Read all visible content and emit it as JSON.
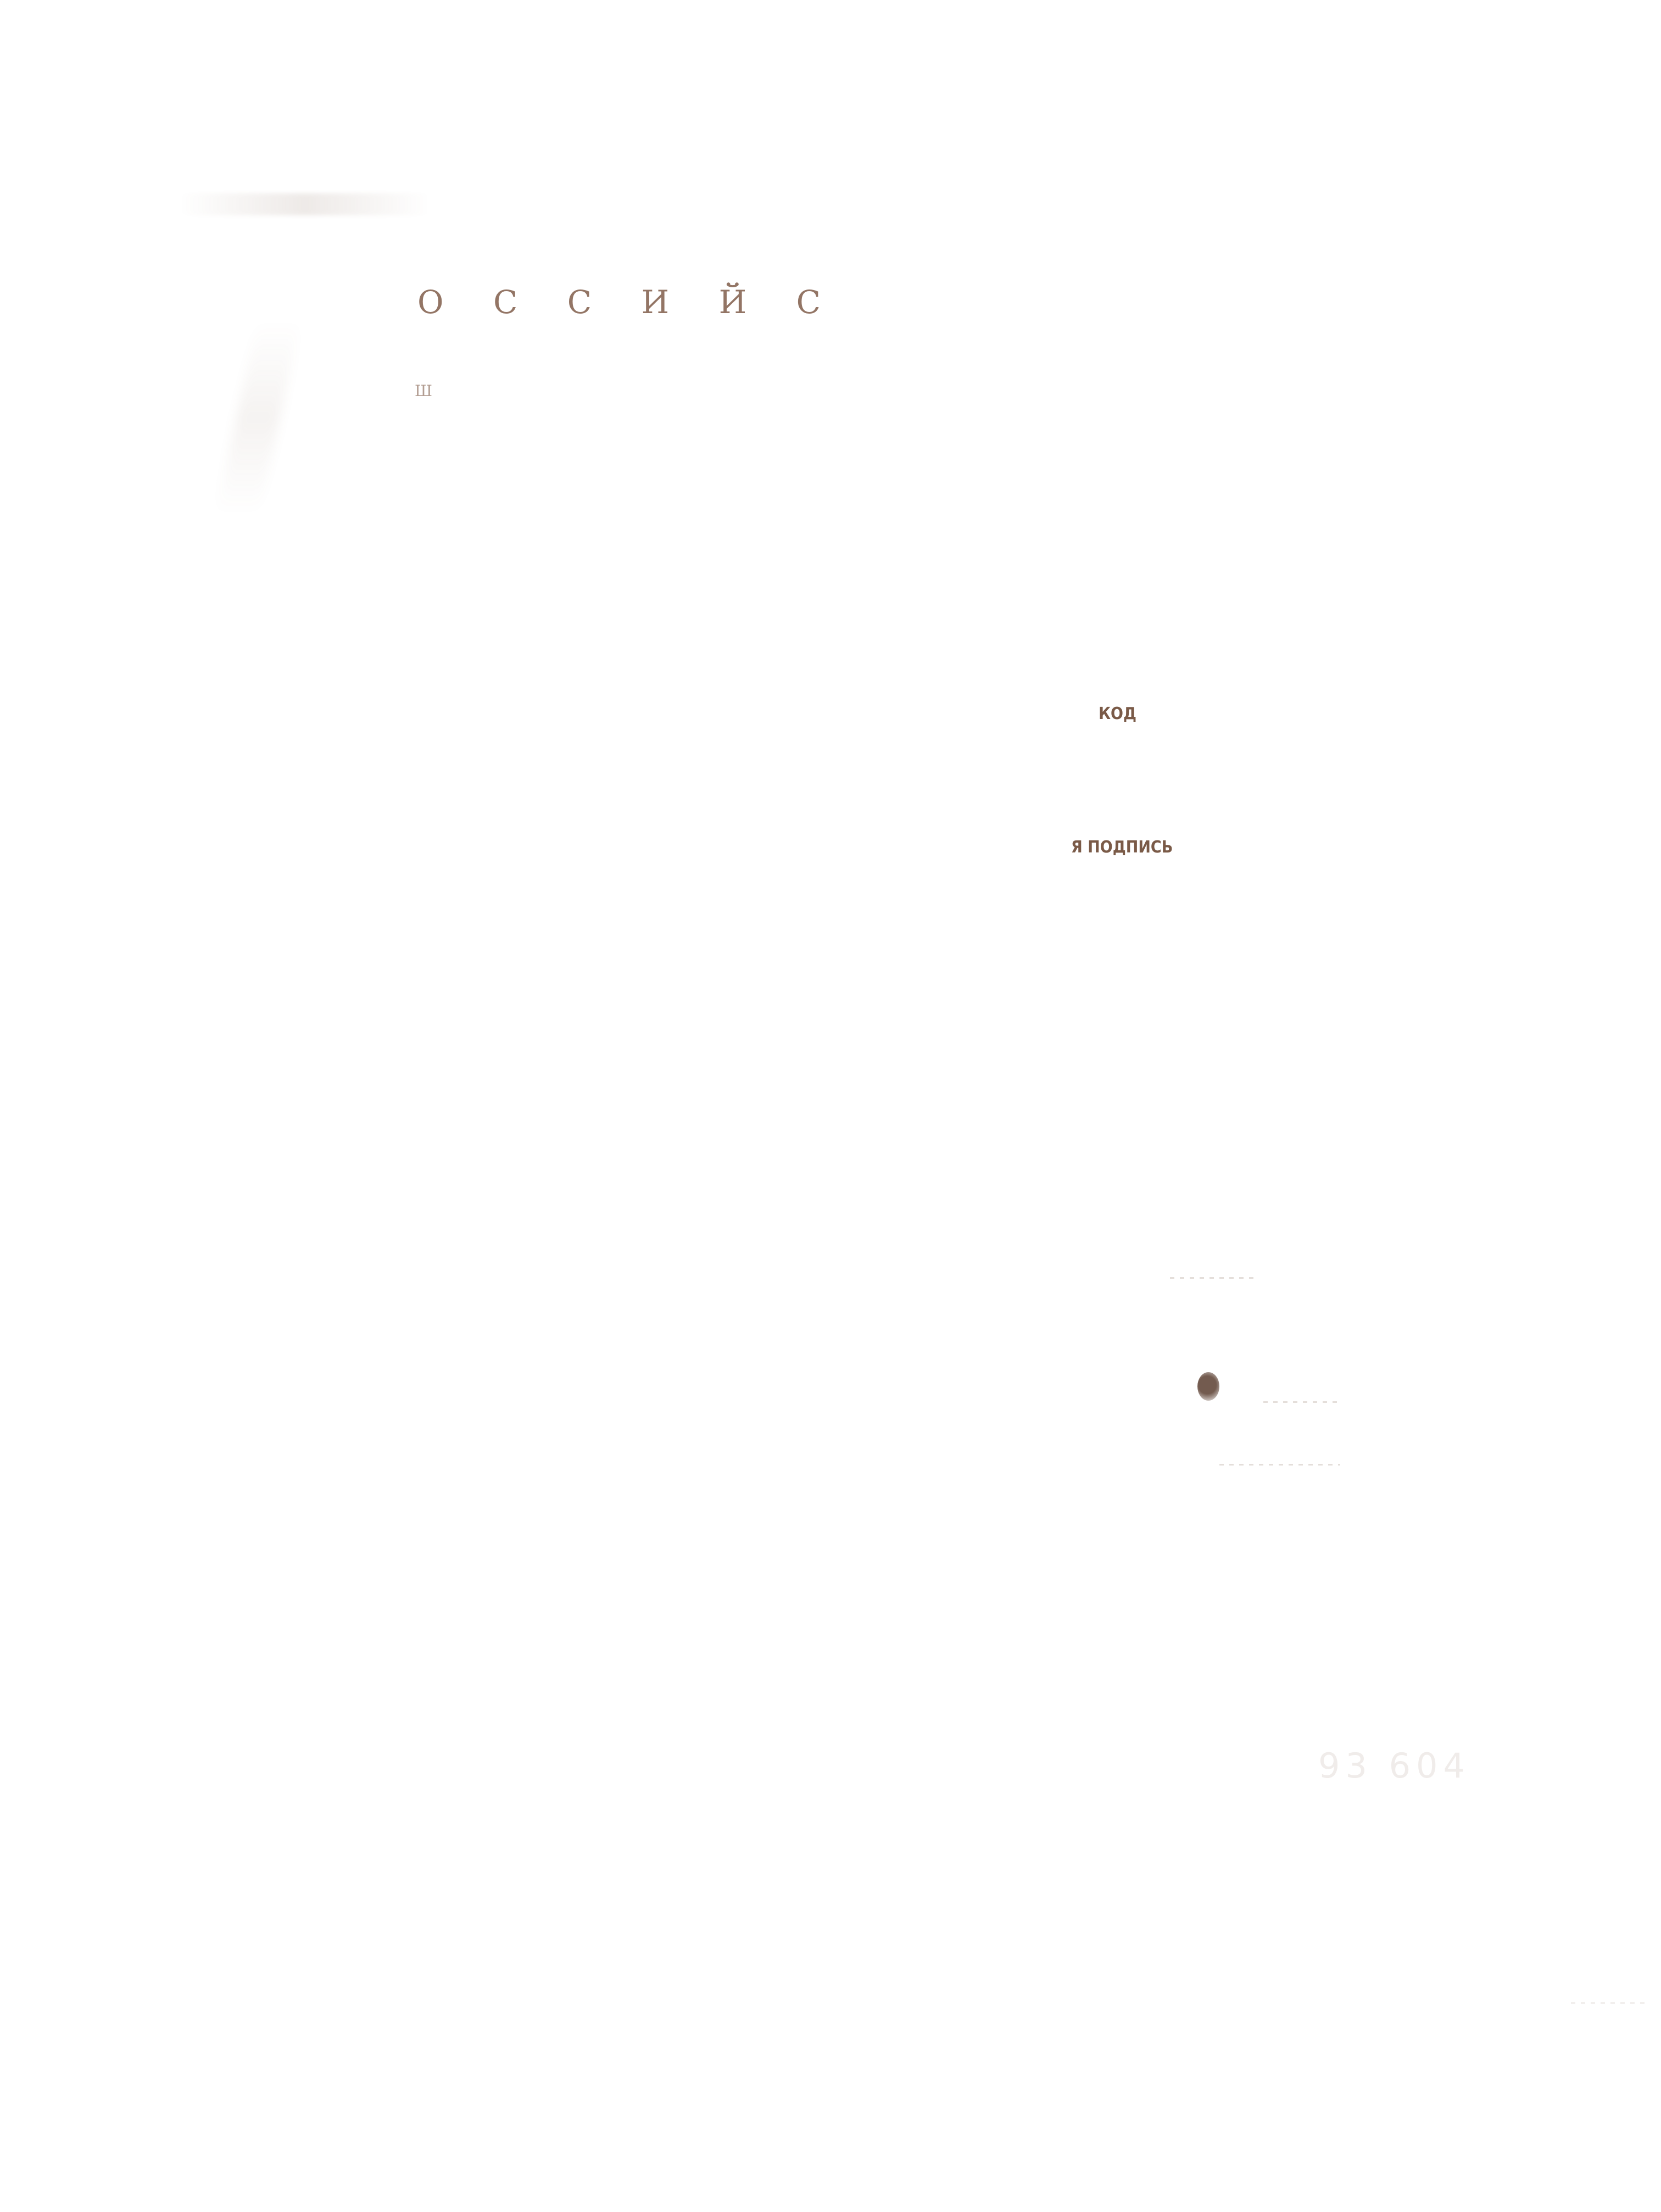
{
  "document": {
    "heading_fragment": "О С С И Й С",
    "small_fragment": "Ш",
    "fields": {
      "code_label": "КОД",
      "signature_label": "Я ПОДПИСЬ"
    },
    "number_fragment": "93 604"
  }
}
